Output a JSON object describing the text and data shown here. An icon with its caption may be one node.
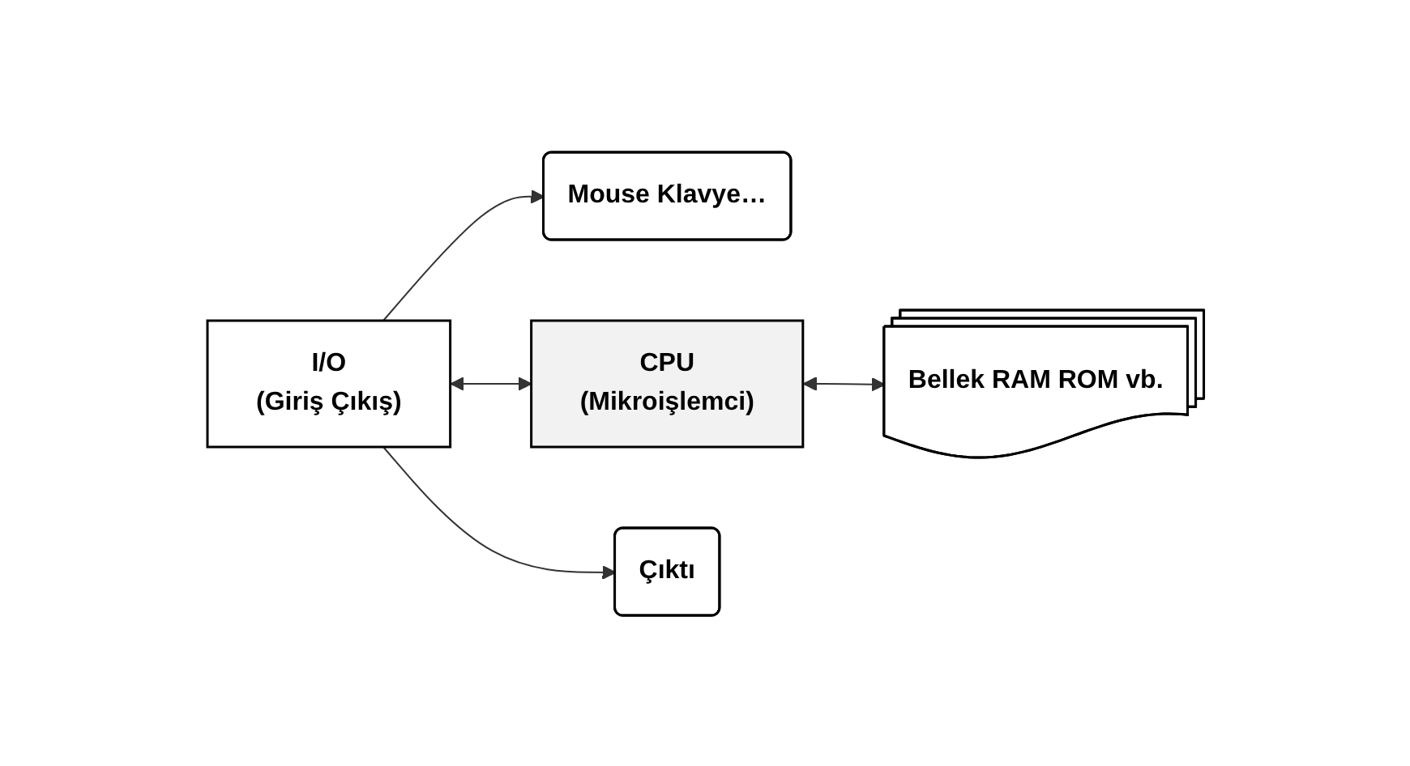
{
  "diagram": {
    "nodes": [
      {
        "text": [
          "Mouse Klavye…"
        ]
      },
      {
        "text": [
          "I/O",
          "(Giriş Çıkış)"
        ]
      },
      {
        "text": [
          "CPU",
          "(Mikroişlemci)"
        ]
      },
      {
        "text": [
          "Bellek RAM ROM vb."
        ]
      },
      {
        "text": [
          "Çıktı"
        ]
      }
    ],
    "edges": [
      {
        "from": 1,
        "to": 0,
        "arrow": "to"
      },
      {
        "from": 1,
        "to": 4,
        "arrow": "to"
      },
      {
        "from": 1,
        "to": 2,
        "arrow": "both"
      },
      {
        "from": 2,
        "to": 3,
        "arrow": "both"
      }
    ]
  }
}
